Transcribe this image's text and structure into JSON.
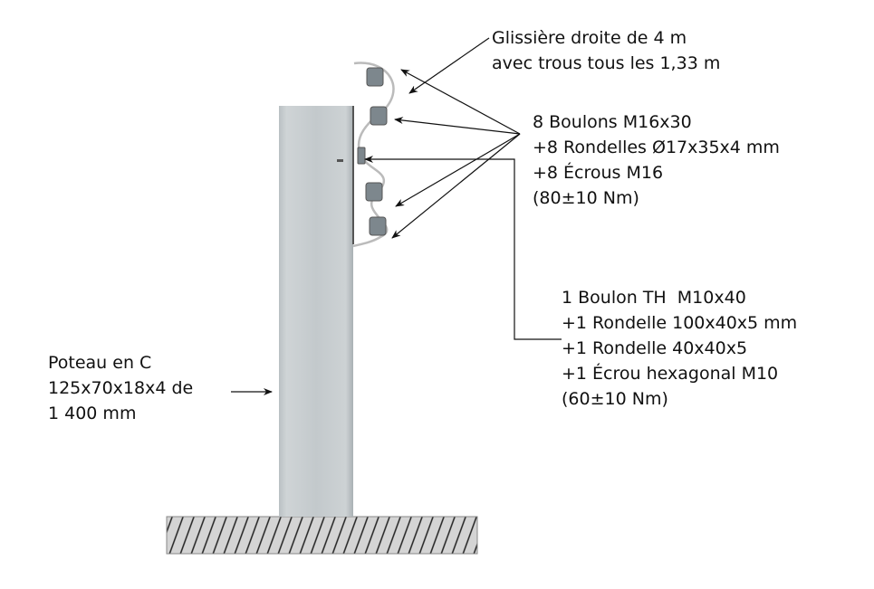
{
  "labels": {
    "rail": [
      "Glissière droite de 4 m",
      "avec trous tous les 1,33 m"
    ],
    "bolts": [
      "8 Boulons M16x30",
      "+8 Rondelles Ø17x35x4 mm",
      "+8 Écrous M16",
      "(80±10 Nm)"
    ],
    "th_bolt": [
      "1 Boulon TH  M10x40",
      "+1 Rondelle 100x40x5 mm",
      "+1 Rondelle 40x40x5",
      "+1 Écrou hexagonal M10",
      "(60±10 Nm)"
    ],
    "post": [
      "Poteau en C",
      "125x70x18x4 de",
      "1 400 mm"
    ]
  },
  "colors": {
    "post": "#c4cacd",
    "ground": "#d4d4d4",
    "line": "#111111"
  }
}
